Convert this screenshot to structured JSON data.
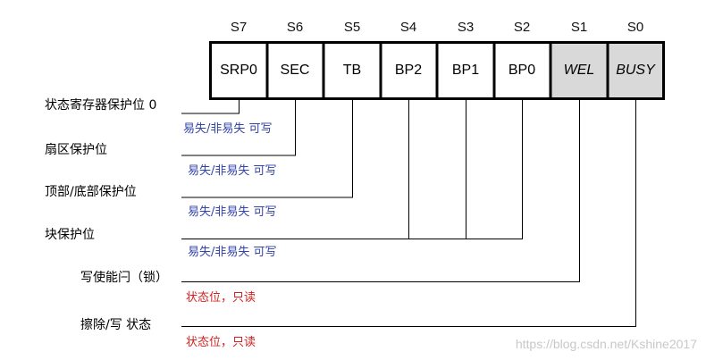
{
  "bits": [
    {
      "id": "S7",
      "name": "SRP0",
      "gray": false
    },
    {
      "id": "S6",
      "name": "SEC",
      "gray": false
    },
    {
      "id": "S5",
      "name": "TB",
      "gray": false
    },
    {
      "id": "S4",
      "name": "BP2",
      "gray": false
    },
    {
      "id": "S3",
      "name": "BP1",
      "gray": false
    },
    {
      "id": "S2",
      "name": "BP0",
      "gray": false
    },
    {
      "id": "S1",
      "name": "WEL",
      "gray": true
    },
    {
      "id": "S0",
      "name": "BUSY",
      "gray": true
    }
  ],
  "labels": {
    "srp0": "状态寄存器保护位 0",
    "sec": "扇区保护位",
    "tb": "顶部/底部保护位",
    "bp": "块保护位",
    "wel": "写使能闩（锁）",
    "busy": "擦除/写 状态"
  },
  "notes": {
    "volatile": "易失/非易失 可写",
    "status_readonly": "状态位，只读"
  },
  "colors": {
    "note_blue": "#3344aa",
    "note_red": "#d42020",
    "cell_gray": "#d9d9d9"
  },
  "watermark": "https://blog.csdn.net/Kshine2017"
}
